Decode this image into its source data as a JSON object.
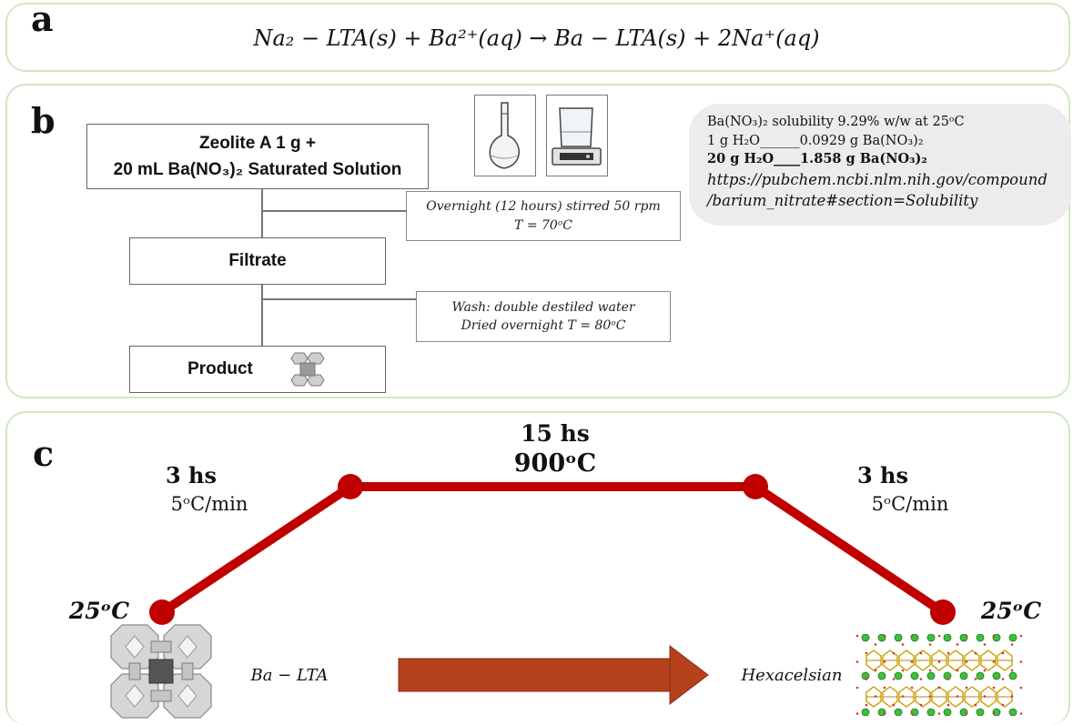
{
  "panel_a": {
    "label": "a",
    "equation": "Na₂ − LTA(s) + Ba²⁺(aq) → Ba − LTA(s) + 2Na⁺(aq)"
  },
  "panel_b": {
    "label": "b",
    "start_box": {
      "line1": "Zeolite A 1 g +",
      "line2": "20 mL Ba(NO₃)₂ Saturated Solution"
    },
    "filtrate_box": "Filtrate",
    "product_box": "Product",
    "step1": {
      "line1": "Overnight (12 hours) stirred 50 rpm",
      "line2": "T = 70ᵒC"
    },
    "step2": {
      "line1": "Wash: double destiled water",
      "line2": "Dried overnight T = 80ᵒC"
    },
    "solubility": {
      "line1": "Ba(NO₃)₂ solubility 9.29% w/w at 25ᵒC",
      "line2": "1 g H₂O______0.0929 g Ba(NO₃)₂",
      "line3": "20 g H₂O____1.858 g Ba(NO₃)₂",
      "line4": "https://pubchem.ncbi.nlm.nih.gov/compound",
      "line5": "/barium_nitrate#section=Solubility"
    },
    "icons": [
      "volumetric-flask-icon",
      "beaker-stirrer-icon",
      "zeolite-crystal-icon"
    ]
  },
  "panel_c": {
    "label": "c",
    "start_temp": "25ᵒC",
    "end_temp": "25ᵒC",
    "ramp_up": {
      "time": "3 hs",
      "rate": "5ᵒC/min"
    },
    "hold": {
      "time": "15 hs",
      "temp": "900ᵒC"
    },
    "ramp_down": {
      "time": "3 hs",
      "rate": "5ᵒC/min"
    },
    "from_material": "Ba − LTA",
    "to_material": "Hexacelsian",
    "profile_color": "#c00000",
    "arrow_color": "#b5401c"
  }
}
